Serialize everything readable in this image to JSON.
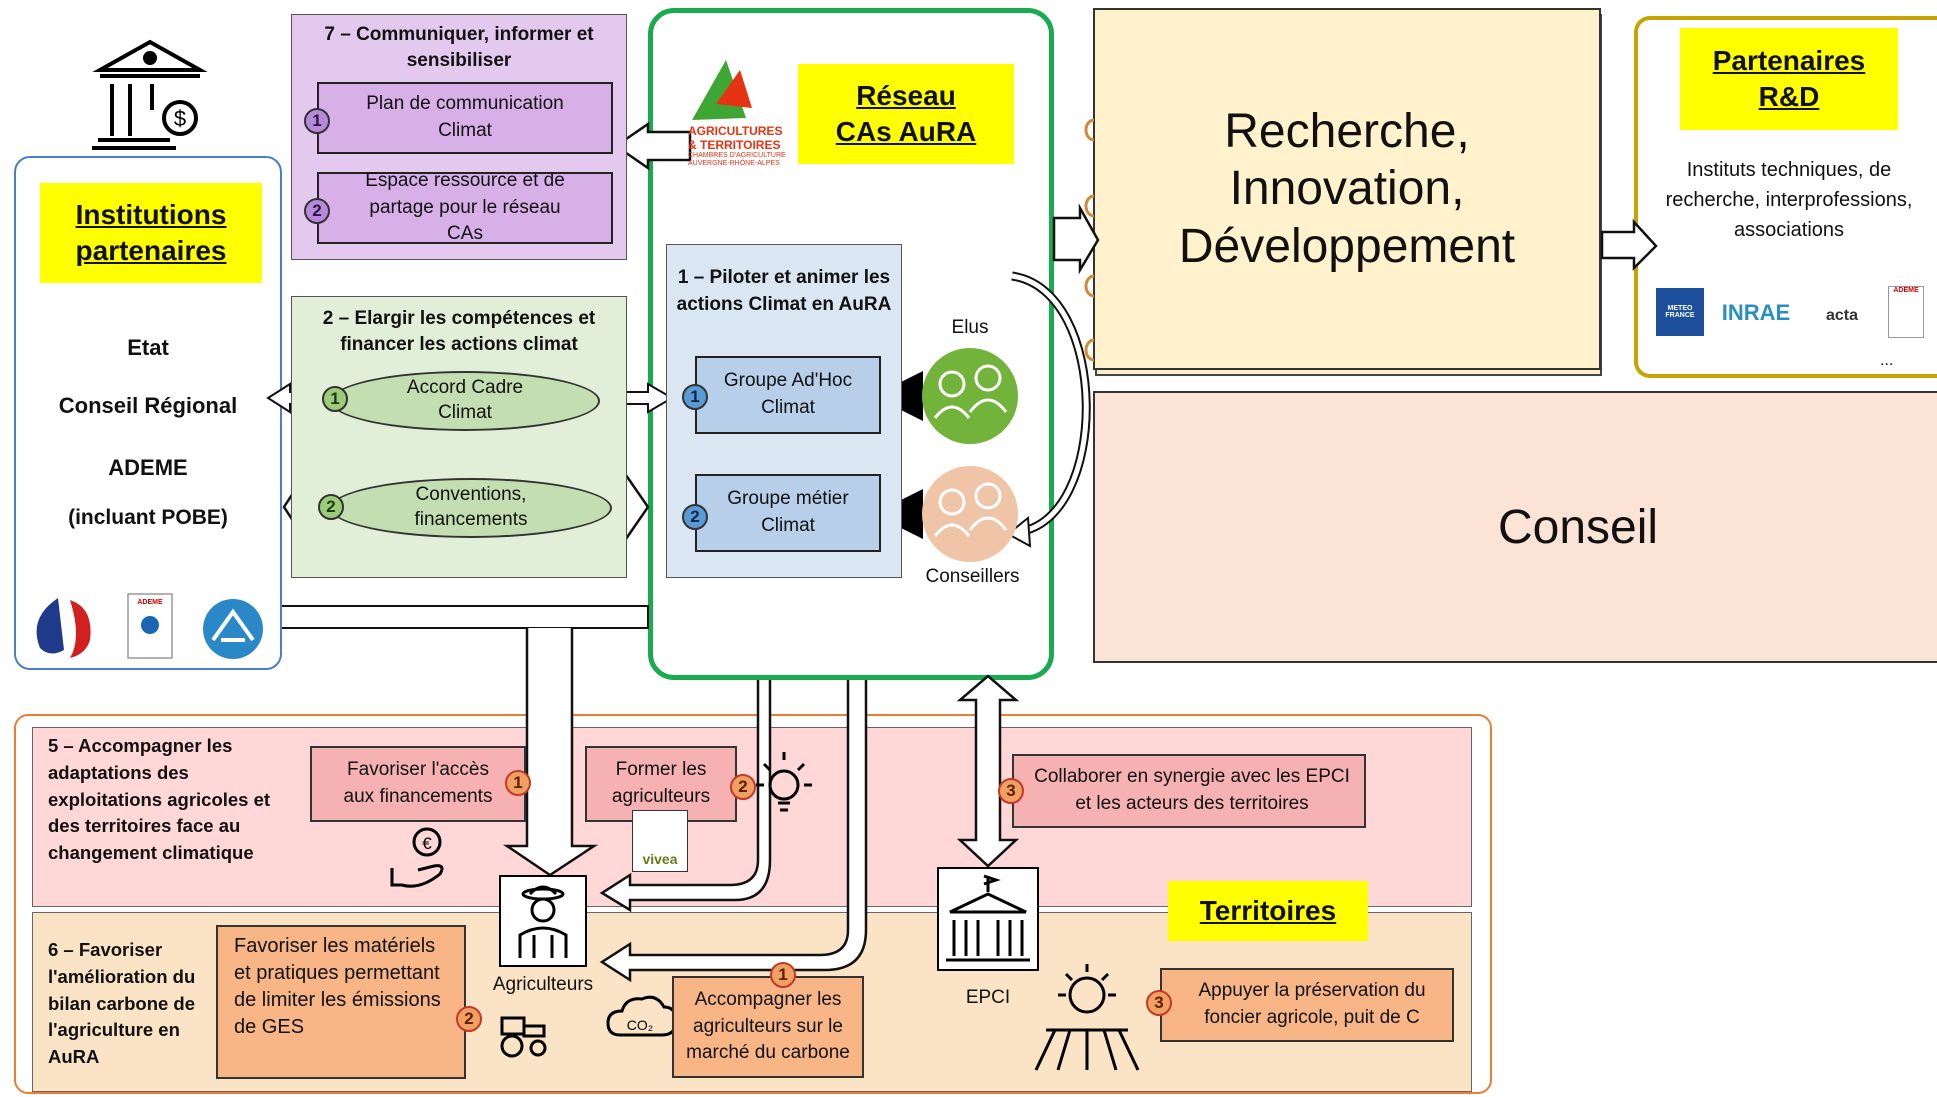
{
  "institutions": {
    "title": "Institutions partenaires",
    "items": [
      "Etat",
      "Conseil Régional",
      "ADEME",
      "(incluant POBE)"
    ]
  },
  "axis7": {
    "title": "7 – Communiquer, informer et sensibiliser",
    "item1": "Plan de communication Climat",
    "item2": "Espace ressource et de partage pour le réseau CAs",
    "n1": "1",
    "n2": "2"
  },
  "axis2": {
    "title": "2 – Elargir les compétences et financer les actions climat",
    "item1": "Accord Cadre Climat",
    "item2": "Conventions, financements",
    "n1": "1",
    "n2": "2"
  },
  "reseau": {
    "title": "Réseau CAs AuRA",
    "logo_line1": "agricultures",
    "logo_line2": "& territoires",
    "logo_line3": "CHAMBRES D'AGRICULTURE AUVERGNE-RHÔNE-ALPES"
  },
  "axis1": {
    "title": "1 – Piloter et animer les actions Climat en AuRA",
    "item1": "Groupe Ad'Hoc Climat",
    "item2": "Groupe métier Climat",
    "n1": "1",
    "n2": "2"
  },
  "people": {
    "elus": "Elus",
    "conseillers": "Conseillers"
  },
  "rid": {
    "title": "Recherche, Innovation, Développement"
  },
  "conseil": {
    "title": "Conseil"
  },
  "partners": {
    "title": "Partenaires R&D",
    "desc": "Instituts techniques, de recherche, interprofessions, associations",
    "logos": [
      "METEO FRANCE",
      "INRAE",
      "acta",
      "ADEME"
    ],
    "more": "..."
  },
  "axis5": {
    "title": "5 – Accompagner les adaptations des exploitations agricoles et des territoires face au changement climatique",
    "item1": "Favoriser l'accès aux financements",
    "item2": "Former les agriculteurs",
    "item3": "Collaborer en synergie avec les EPCI et les acteurs des territoires",
    "vivea": "vivea",
    "n1": "1",
    "n2": "2",
    "n3": "3"
  },
  "axis6": {
    "title": "6 – Favoriser l'amélioration du bilan carbone de l'agriculture en AuRA",
    "item1": "Accompagner les agriculteurs sur le marché du carbone",
    "item2": "Favoriser les matériels et pratiques permettant de limiter les émissions de GES",
    "item3": "Appuyer la préservation du foncier agricole, puit de C",
    "n1": "1",
    "n2": "2",
    "n3": "3"
  },
  "territoires": {
    "title": "Territoires"
  },
  "actors": {
    "agriculteurs": "Agriculteurs",
    "epci": "EPCI"
  },
  "logos": {
    "ademe": "ADEME"
  },
  "colors": {
    "reseau_border": "#1aab50",
    "institutions_border": "#4a7fc8",
    "bottom_border": "#ed7d31",
    "partners_border": "#c8a400"
  }
}
